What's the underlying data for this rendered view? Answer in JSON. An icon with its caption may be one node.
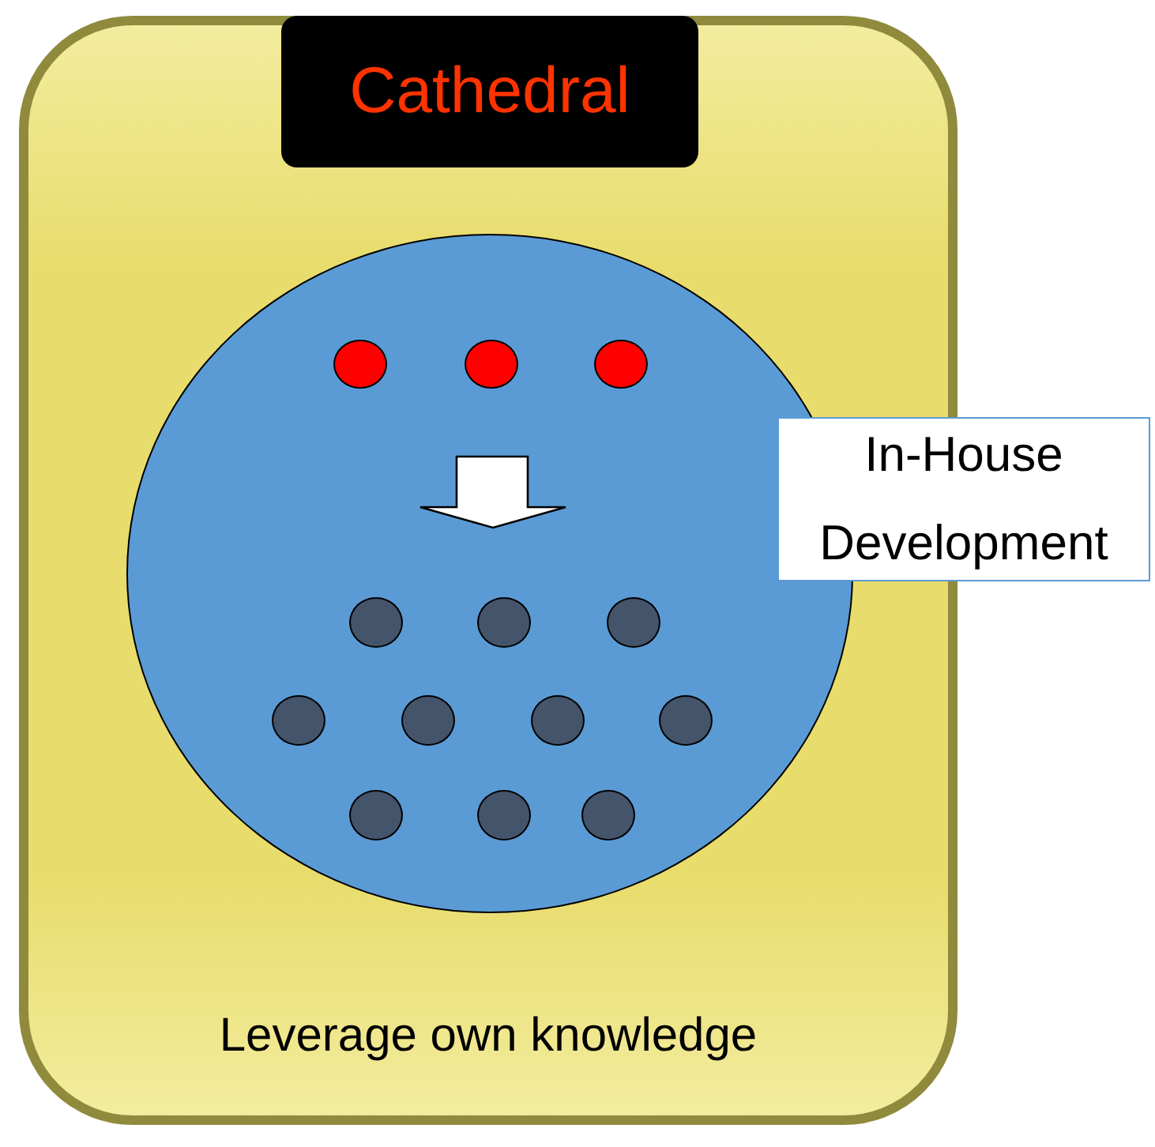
{
  "diagram": {
    "nodes": [
      {
        "text": [
          "Leverage own knowledge"
        ]
      },
      {
        "text": [
          "Cathedral"
        ],
        "in": 0
      },
      {
        "text": [],
        "shape": "circle",
        "in": 0
      },
      {
        "text": [],
        "shape": "circle",
        "in": 2
      },
      {
        "text": [],
        "shape": "circle",
        "in": 2
      },
      {
        "text": [],
        "shape": "circle",
        "in": 2
      },
      {
        "text": [],
        "shape": "circle",
        "in": 2
      },
      {
        "text": [],
        "shape": "circle",
        "in": 2
      },
      {
        "text": [],
        "shape": "circle",
        "in": 2
      },
      {
        "text": [],
        "shape": "circle",
        "in": 2
      },
      {
        "text": [],
        "shape": "circle",
        "in": 2
      },
      {
        "text": [],
        "shape": "circle",
        "in": 2
      },
      {
        "text": [],
        "shape": "circle",
        "in": 2
      },
      {
        "text": [],
        "shape": "circle",
        "in": 2
      },
      {
        "text": [],
        "shape": "circle",
        "in": 2
      },
      {
        "text": [],
        "shape": "circle",
        "in": 2
      },
      {
        "text": [
          "In-House Development"
        ]
      }
    ]
  }
}
